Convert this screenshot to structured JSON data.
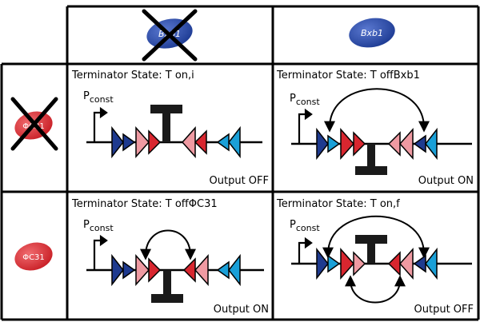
{
  "header": {
    "bxb1_label": "Bxb1"
  },
  "row_header": {
    "phic31_label": "ΦC31"
  },
  "colors": {
    "blue_dark": "#1e3a8f",
    "blue_light": "#1aa0d8",
    "red_dark": "#d8262f",
    "pink": "#ef9aa2",
    "bxb1_oval": "#2b4aa8",
    "phic31_oval": "#e02a30"
  },
  "cells": [
    {
      "state_label": "Terminator State: T on,i",
      "pconst_main": "P",
      "pconst_sub": "const",
      "output": "Output OFF"
    },
    {
      "state_label": "Terminator State: T offBxb1",
      "pconst_main": "P",
      "pconst_sub": "const",
      "output": "Output ON"
    },
    {
      "state_label": "Terminator State: T offΦC31",
      "pconst_main": "P",
      "pconst_sub": "const",
      "output": "Output ON"
    },
    {
      "state_label": "Terminator State: T on,f",
      "pconst_main": "P",
      "pconst_sub": "const",
      "output": "Output OFF"
    }
  ],
  "icons": {
    "cross": "x-cross-icon",
    "promoter": "promoter-arrow-icon",
    "terminator": "terminator-t-icon",
    "recombination_arc": "curved-double-arrow-icon"
  }
}
